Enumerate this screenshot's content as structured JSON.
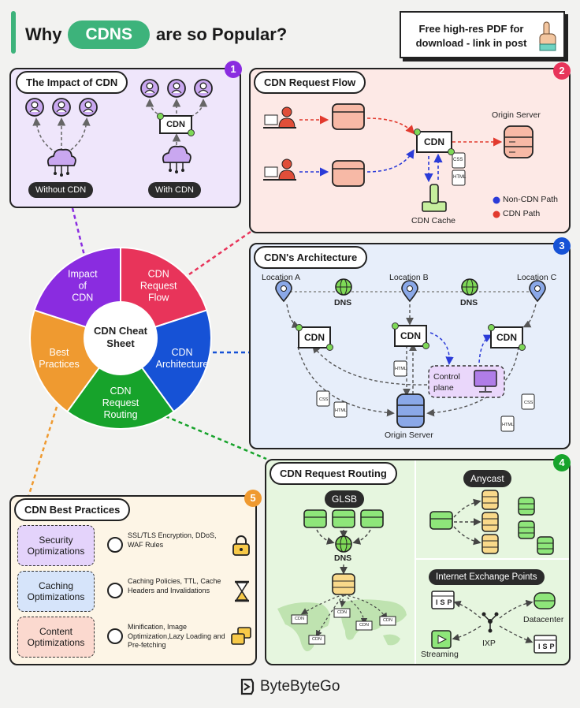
{
  "header": {
    "title_pre": "Why",
    "title_badge": "CDNS",
    "title_post": "are so Popular?",
    "promo": "Free high-res PDF for download - link in post"
  },
  "impact": {
    "title": "The Impact of CDN",
    "number": "1",
    "without": "Without CDN",
    "with": "With CDN",
    "cdn": "CDN"
  },
  "flow": {
    "title": "CDN Request Flow",
    "number": "2",
    "cdn": "CDN",
    "origin": "Origin Server",
    "cache": "CDN Cache",
    "css": "CSS",
    "html": "HTML",
    "legend_noncdn": "Non-CDN Path",
    "legend_cdn": "CDN Path"
  },
  "arch": {
    "title": "CDN's Architecture",
    "number": "3",
    "loc_a": "Location A",
    "loc_b": "Location B",
    "loc_c": "Location C",
    "dns": "DNS",
    "cdn": "CDN",
    "control": "Control plane",
    "origin": "Origin Server",
    "html": "HTML",
    "css": "CSS"
  },
  "routing": {
    "title": "CDN Request Routing",
    "number": "4",
    "glsb": "GLSB",
    "dns": "DNS",
    "anycast": "Anycast",
    "ixp_title": "Internet Exchange Points",
    "isp": "ISP",
    "ixp": "IXP",
    "datacenter": "Datacenter",
    "streaming": "Streaming",
    "cdn": "CDN"
  },
  "practices": {
    "title": "CDN Best Practices",
    "number": "5",
    "rows": [
      {
        "tag": "Security Optimizations",
        "text": "SSL/TLS Encryption, DDoS, WAF Rules"
      },
      {
        "tag": "Caching Optimizations",
        "text": "Caching Policies, TTL, Cache Headers and Invalidations"
      },
      {
        "tag": "Content Optimizations",
        "text": "Minification, Image Optimization,Lazy Loading and Pre-fetching"
      }
    ]
  },
  "wheel": {
    "center": "CDN Cheat Sheet",
    "segments": [
      {
        "label": "CDN Request Flow",
        "color": "#e8345a"
      },
      {
        "label": "CDN Architecture",
        "color": "#1652d6"
      },
      {
        "label": "CDN Request Routing",
        "color": "#17a32b"
      },
      {
        "label": "Best Practices",
        "color": "#ef9a30"
      },
      {
        "label": "Impact of CDN",
        "color": "#8a2ce0"
      }
    ]
  },
  "footer": {
    "brand": "ByteByteGo"
  },
  "colors": {
    "purple": "#8a2ce0",
    "red": "#e8345a",
    "blue": "#1652d6",
    "green": "#17a32b",
    "orange": "#ef9a30",
    "badge": "#3db37b"
  }
}
